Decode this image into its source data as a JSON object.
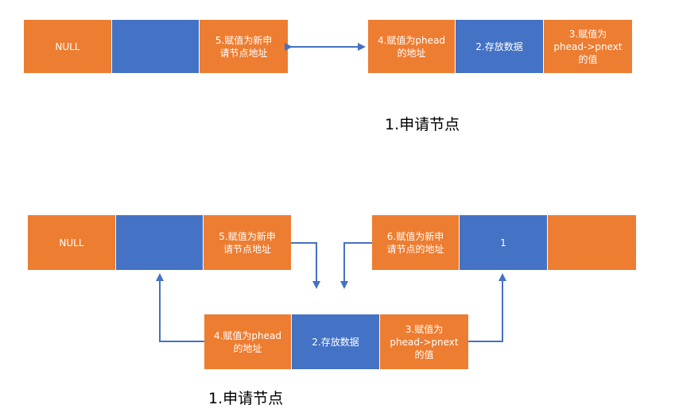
{
  "colors": {
    "orange": "#ed7d31",
    "blue": "#4472c4",
    "connector": "#4472c4"
  },
  "top": {
    "left_node": {
      "c1": "NULL",
      "c2": "",
      "c3": "5.赋值为新申\n请节点地址"
    },
    "new_node": {
      "c1": "4.赋值为phead\n的地址",
      "c2": "2.存放数据",
      "c3": "3.赋值为\nphead->pnext\n的值"
    },
    "caption": "1.申请节点"
  },
  "bottom": {
    "left_node": {
      "c1": "NULL",
      "c2": "",
      "c3": "5.赋值为新申\n请节点地址"
    },
    "right_node": {
      "c1": "6.赋值为新申\n请节点的地址",
      "c2": "1",
      "c3": ""
    },
    "new_node": {
      "c1": "4.赋值为phead\n的地址",
      "c2": "2.存放数据",
      "c3": "3.赋值为\nphead->pnext\n的值"
    },
    "caption": "1.申请节点"
  }
}
